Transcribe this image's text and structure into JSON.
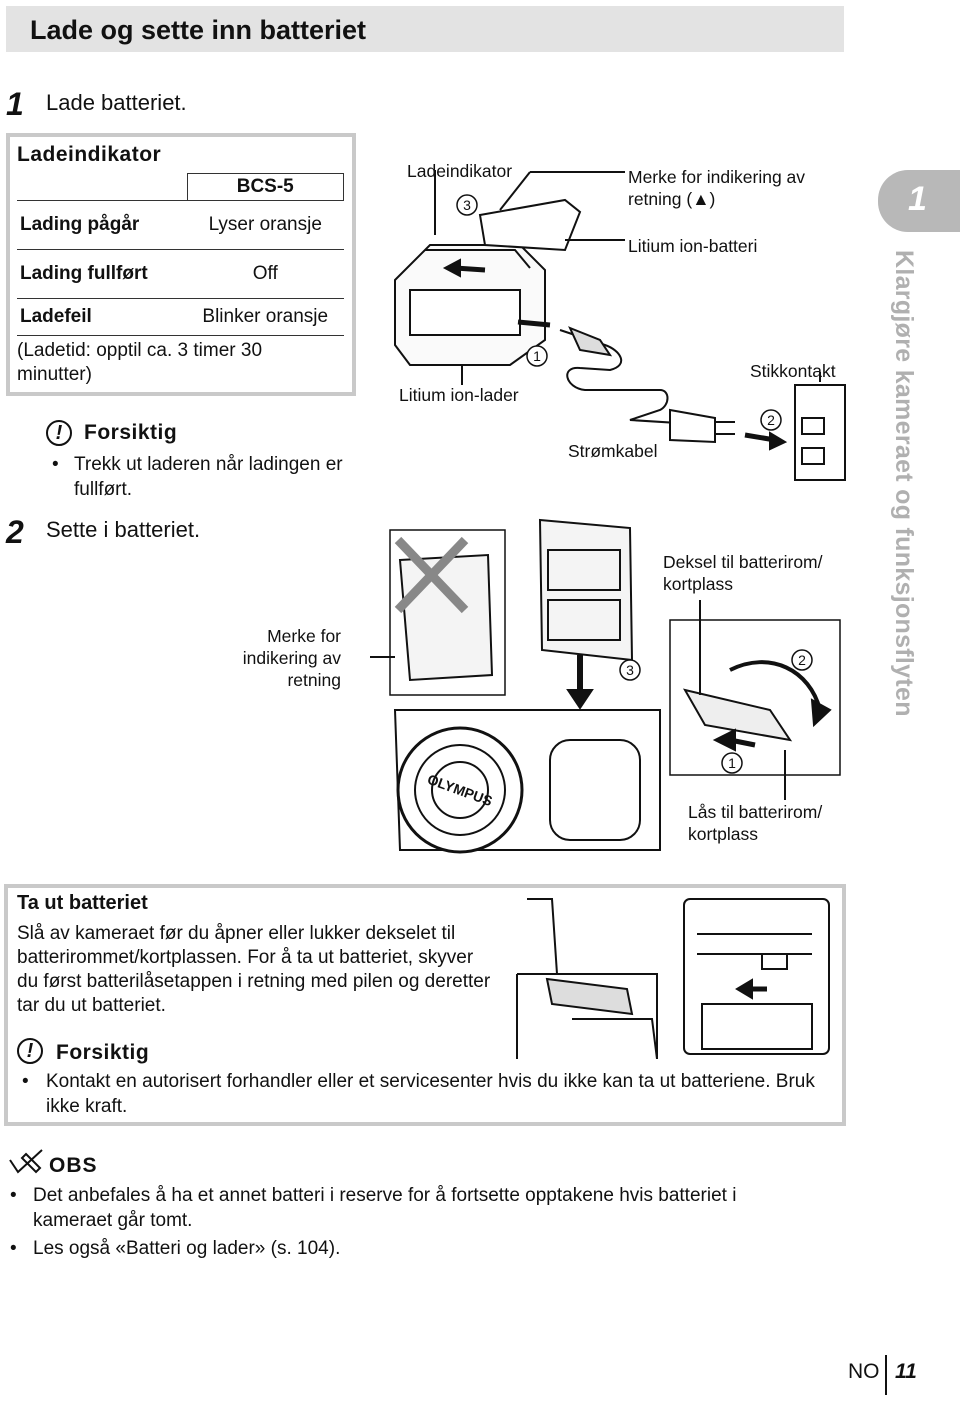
{
  "page": {
    "title": "Lade og sette inn batteriet",
    "step1": {
      "number": "1",
      "text": "Lade batteriet."
    },
    "step2": {
      "number": "2",
      "text": "Sette i batteriet."
    }
  },
  "charge_indicator": {
    "heading": "Ladeindikator",
    "model_header": "BCS-5",
    "rows": [
      {
        "label": "Lading pågår",
        "value": "Lyser oransje"
      },
      {
        "label": "Lading fullført",
        "value": "Off"
      },
      {
        "label": "Ladefeil",
        "value": "Blinker oransje"
      }
    ],
    "note": "(Ladetid: opptil ca. 3 timer 30 minutter)"
  },
  "caution1": {
    "icon": "!",
    "heading": "Forsiktig",
    "bullets": [
      "Trekk ut laderen når ladingen er fullført."
    ]
  },
  "diagram_labels": {
    "indicator": "Ladeindikator",
    "direction_mark": "Merke for indikering av retning (▲)",
    "battery": "Litium ion-batteri",
    "charger": "Litium ion-lader",
    "outlet": "Stikkontakt",
    "cable": "Strømkabel",
    "cover": "Deksel til batterirom/ kortplass",
    "direction_mark2": "Merke for indikering av retning",
    "lock": "Lås til batterirom/ kortplass",
    "num1": "1",
    "num2": "2",
    "num3": "3",
    "brand": "OLYMPUS"
  },
  "side_tab": {
    "number": "1",
    "text": "Klargjøre kameraet og funksjonsflyten"
  },
  "remove_battery": {
    "heading": "Ta ut batteriet",
    "text": "Slå av kameraet før du åpner eller lukker dekselet til batterirommet/kortplassen. For å ta ut batteriet, skyver du først batterilåsetappen i retning med pilen og deretter tar du ut batteriet.",
    "caution_heading": "Forsiktig",
    "caution_bullets": [
      "Kontakt en autorisert forhandler eller et servicesenter hvis du ikke kan ta ut batteriene. Bruk ikke kraft."
    ]
  },
  "obs": {
    "heading": "OBS",
    "bullets": [
      "Det anbefales å ha et annet batteri i reserve for å fortsette opptakene hvis batteriet i kameraet går tomt.",
      "Les også «Batteri og lader» (s. 104)."
    ]
  },
  "footer": {
    "lang": "NO",
    "page": "11"
  }
}
